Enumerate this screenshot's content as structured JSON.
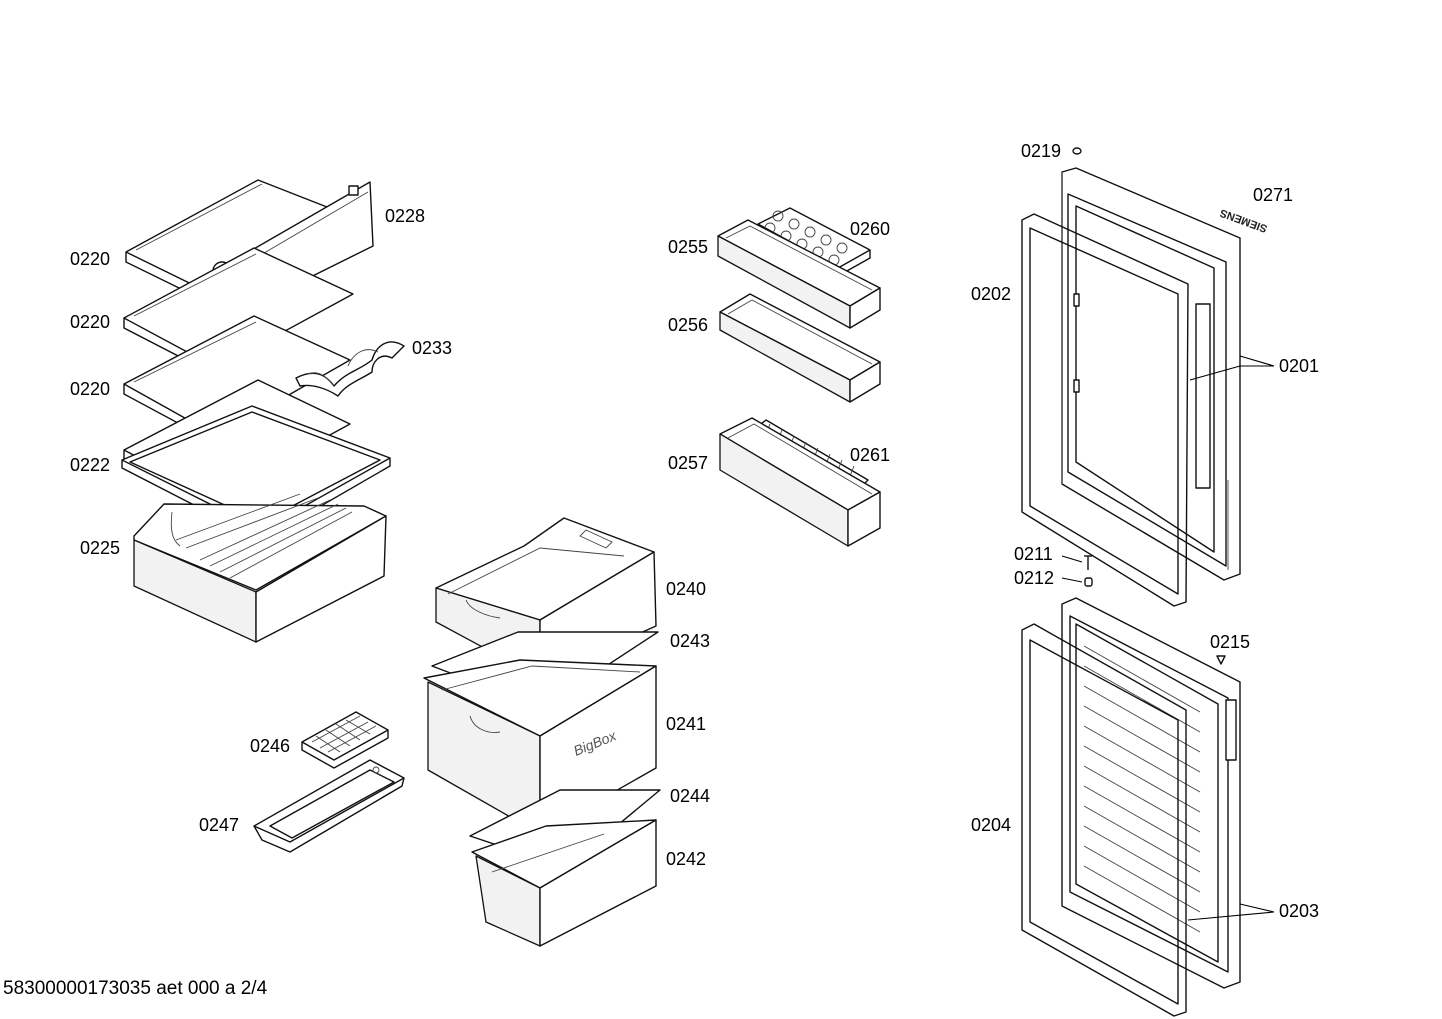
{
  "labels": {
    "p0219": "0219",
    "p0271": "0271",
    "p0228": "0228",
    "p0220a": "0220",
    "p0220b": "0220",
    "p0220c": "0220",
    "p0233": "0233",
    "p0222": "0222",
    "p0225": "0225",
    "p0260": "0260",
    "p0255": "0255",
    "p0256": "0256",
    "p0261": "0261",
    "p0257": "0257",
    "p0202": "0202",
    "p0201": "0201",
    "p0211": "0211",
    "p0212": "0212",
    "p0240": "0240",
    "p0243": "0243",
    "p0215": "0215",
    "p0241": "0241",
    "p0246": "0246",
    "p0244": "0244",
    "p0247": "0247",
    "p0242": "0242",
    "p0204": "0204",
    "p0203": "0203"
  },
  "brand_marks": {
    "door_logo": "SIEMENS",
    "drawer_logo": "BigBox"
  },
  "footer": {
    "drawing_id": "58300000173035 aet 000 a 2/4"
  }
}
